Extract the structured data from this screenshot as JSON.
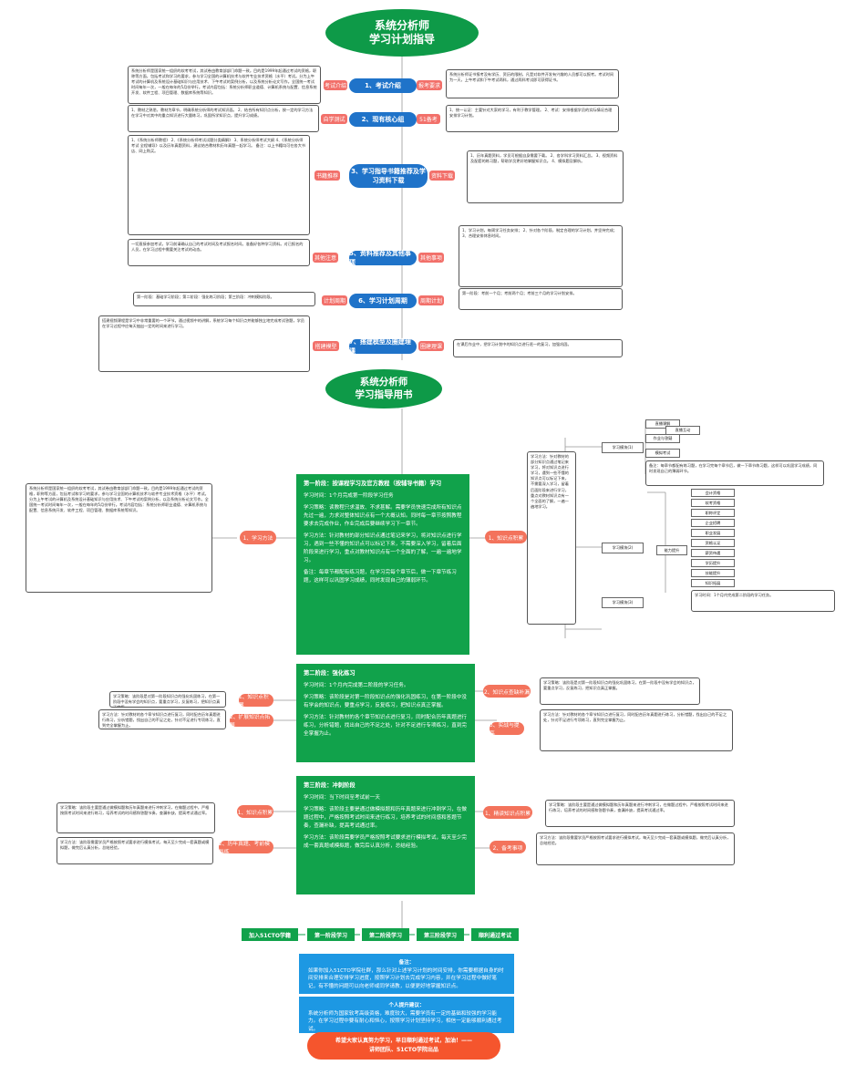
{
  "map1": {
    "title_line1": "系统分析师",
    "title_line2": "学习计划指导",
    "nodes": [
      {
        "label": "1、考试介绍",
        "left_tag": "考试介绍",
        "right_tag": "报考要求"
      },
      {
        "label": "2、现有核心组",
        "left_tag": "自学测试",
        "right_tag": "51备考"
      },
      {
        "label": "3、学习指导书籍推荐及学习资料下载",
        "left_tag": "书籍推荐",
        "right_tag": "资料下载"
      },
      {
        "label": "5、资料推荐及其他事项",
        "left_tag": "其他注意",
        "right_tag": "其他事项"
      },
      {
        "label": "6、学习计划周期",
        "left_tag": "计划周期",
        "right_tag": "周期计划"
      },
      {
        "label": "7、搭建模型及圈建理课",
        "left_tag": "搭建模型",
        "right_tag": "圈建理课"
      }
    ],
    "notes_left": [
      "系统分析师是国家统一组织的软考考试，其试卷由教育部部门命题一致。目的是1999年起通过考试的资格，职称等方面，包括考试和学习的要求，参与学习全国的计算机技术与软件专业技术资格（水平）考试。分为上午考试的计算机及系统设计基础知识与应用技术、下午考试的案例分析，以及系统分析论文写作。全国统一考试时间每年一次，一般在每年的5月份举行。考试内容包括：系统分析师职业道德、计算机系统与配置、信息系统开发、软件工程、项目管理、数据库系统等知识。",
      "1、教材之熟悉，教材为章节，明确系统分析师的考试知识面。\n2、结合所有知识点分析，按一定的学习方法在学习中对其中的重点知识进行大量练习，巩固所学知识点，提升学习成绩。",
      "1、《系统分析师教程》\n2、《系统分析师考试试题分类精解》\n3、系统分析师考试大纲\n4、《系统分析师考试 全程辅导》以及历年真题资料，建议结合教材和历年真题一起学习。\n备注：以上书籍均可在各大书店、网上购买。",
      "一切直接参加考试，学习前请确认自己的考试时间及考试报名时间。准备好各种学习资料。对已报名的人员，在学习过程中需要关注考试的动态。",
      "第一阶段：基础学习阶段；第二阶段：强化练习阶段；第三阶段：冲刺模拟阶段。",
      "搭建视频课程是学习中非常重要的一个环节。通过视频中的讲解，系统学习每个知识点并能够独立地完成考试答题，学员在学习过程中应每天抽出一定的时间来进行学习。"
    ],
    "notes_right": [
      "系统分析师证书报考没有学历、资历的限制，凡是对软件开发有兴趣的人员都可以报考。考试时间为一天，上午考试和下午考试两科，通过两科考试即可获得证书。",
      "1、统一认证：主要针对大家的学习，有利于教学管理。\n2、考试：安排根据学员的实际情况合理安排学习计划。",
      "1、历年真题资料，学员可根据自身需要下载。\n2、各学科学习资料汇总。\n3、视频资料及配套的练习题，帮助学员更好地掌握知识点。\n4、模拟题及解析。",
      "1、学习计划，每周学习任务安排；\n2、针对各个阶段，制定合理的学习计划，并坚持完成；\n3、合理安排休息时间。",
      "第一阶段：考前一个月；考前两个月；考前三个月的学习计划安排。",
      "在课后作业中，把学习计划中的知识点进行逐一的复习，加强巩固。"
    ]
  },
  "map2": {
    "title_line1": "系统分析师",
    "title_line2": "学习指导用书",
    "phases": [
      {
        "heading": "第一阶段：按课程学习及官方教程（按辅导书籍）学习",
        "plan": "学习时间：1个月完成第一阶段学习任务",
        "paras": [
          "学习策略：读教程只求温故、不求甚解。需要学员快速完成所有知识点先过一遍，力求对整体知识点有一个大概认知。同时每一章节按照教程要求去完成作业，作业完成后要继续学习下一章节。",
          "学习方法：针对教材的部分知识点通过笔记来学习，将对知识点进行学习，遇到一些不懂的知识点可以标记下来，不需要深入学习，留着后面阶段来进行学习，重点对教材知识点有一个全面的了解，一遍一遍地学习。",
          "备注：每章节都配有练习题，在学习完每个章节后，做一下章节练习题，这样可以巩固学习成绩，同时发现自己的薄弱环节。"
        ]
      },
      {
        "heading": "第二阶段：强化练习",
        "plan": "学习时间：1个月内完成第二阶段的学习任务。",
        "paras": [
          "学习策略：该阶段是对第一阶段知识点的强化巩固练习，在第一阶段中没有学会的知识点，要重点学习，反复练习，把知识点真正掌握。",
          "学习方法：针对教材的各个章节知识点进行复习，同时配合历年真题进行练习，分析错题，找出自己的不足之处，针对不足进行专项练习，直到完全掌握为止。"
        ]
      },
      {
        "heading": "第三阶段：冲刺阶段",
        "plan": "学习时间：当下时间至考试前一天",
        "paras": [
          "学习策略：该阶段主要是通过做模拟题和历年真题来进行冲刺学习，在做题过程中，严格按照考试时间来进行练习，培养考试的时间感和答题节奏，查漏补缺，提高考试通过率。",
          "学习方法：该阶段需要学员严格按照考试要求进行模拟考试，每天至少完成一套真题或模拟题，做完后认真分析，总结经验。"
        ]
      }
    ],
    "left_pills": [
      "1、学习方法",
      "1、知识点积累",
      "2、扩展知识点拓展",
      "1、知识点积累",
      "2、历年真题、考前模拟练"
    ],
    "right_pills": [
      "1、知识点积累",
      "2、知识点查缺补漏",
      "3、实战与提高",
      "1、精读知识点积累",
      "2、备考事项"
    ],
    "right_list_top": [
      "直播课解",
      "直播互动",
      "作业与答疑",
      "模拟考试"
    ],
    "right_list_mid": [
      "会计资格",
      "软考资格",
      "职称评定",
      "企业招聘",
      "职业发展",
      "资格认证",
      "薪资待遇",
      "学历提升",
      "技能提升",
      "知识拓展"
    ],
    "right_mid_label": "能力提升",
    "right_col_labels": [
      "学习模块(1)",
      "学习模块(2)",
      "学习模块(3)"
    ],
    "flow": [
      "加入51CTO学籍",
      "第一阶段学习",
      "第二阶段学习",
      "第三阶段学习",
      "顺利通过考试"
    ],
    "info1_title": "备注：",
    "info1_text": "如果你加入51CTO学院社群，那么针对上述学习计划的时间安排，你需要根据自身的时间安排来合理安排学习进度，按照学习计划去完成学习内容，并在学习过程中做好笔记，有不懂的问题可以向老师或同学请教，以便更好地掌握知识点。",
    "info2_title": "个人提升建议：",
    "info2_text": "系统分析师为国家软考高级资格，难度较大，需要学员有一定的基础和较强的学习能力。在学习过程中要有耐心和恒心，按照学习计划坚持学习，相信一定能够顺利通过考试。",
    "closing_line1": "希望大家认真努力学习，早日顺利通过考试，加油！——",
    "closing_line2": "讲师团队、51CTO学院出品"
  }
}
